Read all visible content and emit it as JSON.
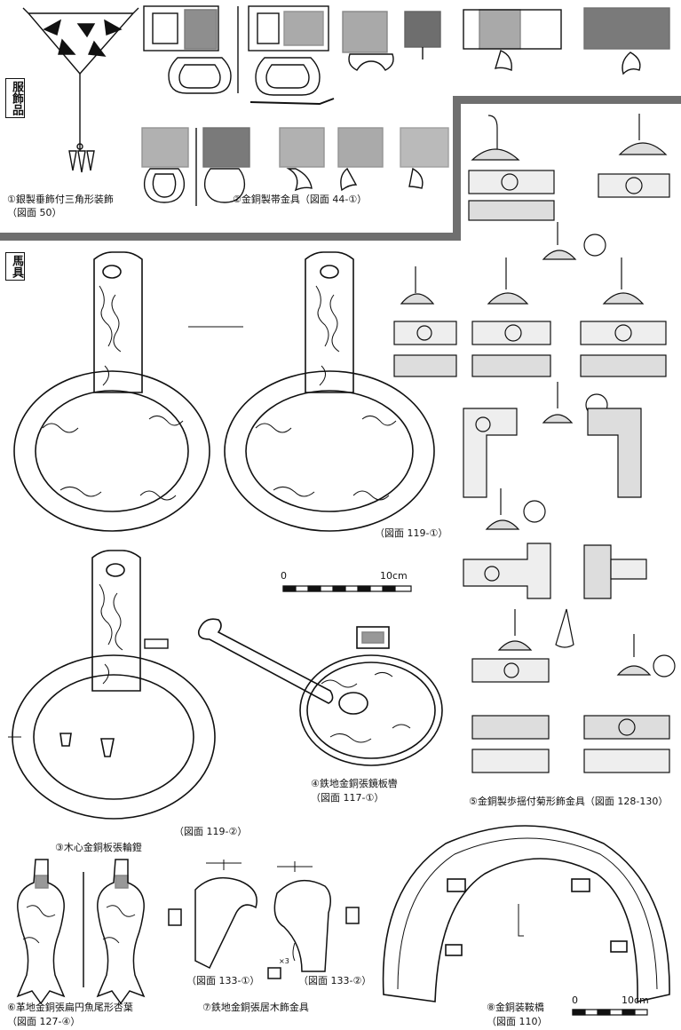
{
  "sections": {
    "clothing": "服飾品",
    "horse": "馬具"
  },
  "captions": {
    "item1": "①銀製垂飾付三角形装飾",
    "item1_ref": "（図面 50）",
    "item2": "②金銅製帯金具（図面 44-①）",
    "item3_ref_a": "（図面 119-①）",
    "item3_ref_b": "（図面 119-②）",
    "item3": "③木心金銅板張輪鐙",
    "item4": "④鉄地金銅張鏡板轡",
    "item4_ref": "（図面 117-①）",
    "item5": "⑤金銅製歩揺付菊形飾金具（図面 128-130）",
    "item6": "⑥革地金銅張扁円魚尾形杏葉",
    "item6_ref": "（図面 127-④）",
    "item7": "⑦鉄地金銅張居木飾金具",
    "item7_ref_a": "（図面 133-①）",
    "item7_ref_b": "（図面 133-②）",
    "item8": "⑧金銅装鞍橋",
    "item8_ref": "（図面 110）"
  },
  "scales": {
    "mid_zero": "0",
    "mid_end": "10cm",
    "bottom_zero": "0",
    "bottom_end": "10cm",
    "small_x3": "×3"
  },
  "colors": {
    "frame": "#6f6f6f",
    "ink": "#111111"
  }
}
